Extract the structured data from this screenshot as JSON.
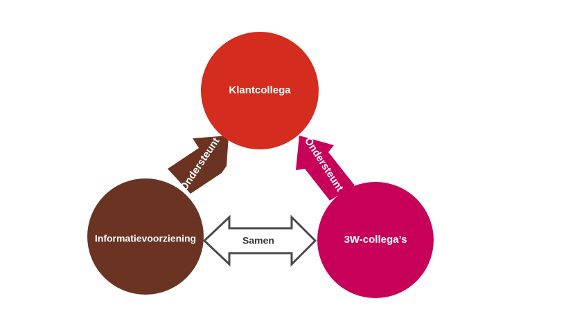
{
  "diagram": {
    "nodes": {
      "top": {
        "label": "Klantcollega",
        "color": "#d42c1e"
      },
      "left": {
        "label": "Informatievoorziening",
        "color": "#6b3322"
      },
      "right": {
        "label": "3W-collega’s",
        "color": "#c7005a"
      }
    },
    "arrows": {
      "left_to_top": {
        "label": "Ondersteunt",
        "color": "#6b3322"
      },
      "right_to_top": {
        "label": "Ondersteunt",
        "color": "#c7005a"
      },
      "bidirectional": {
        "label": "Samen",
        "fill": "#ffffff",
        "stroke": "#4a4a4a"
      }
    }
  }
}
